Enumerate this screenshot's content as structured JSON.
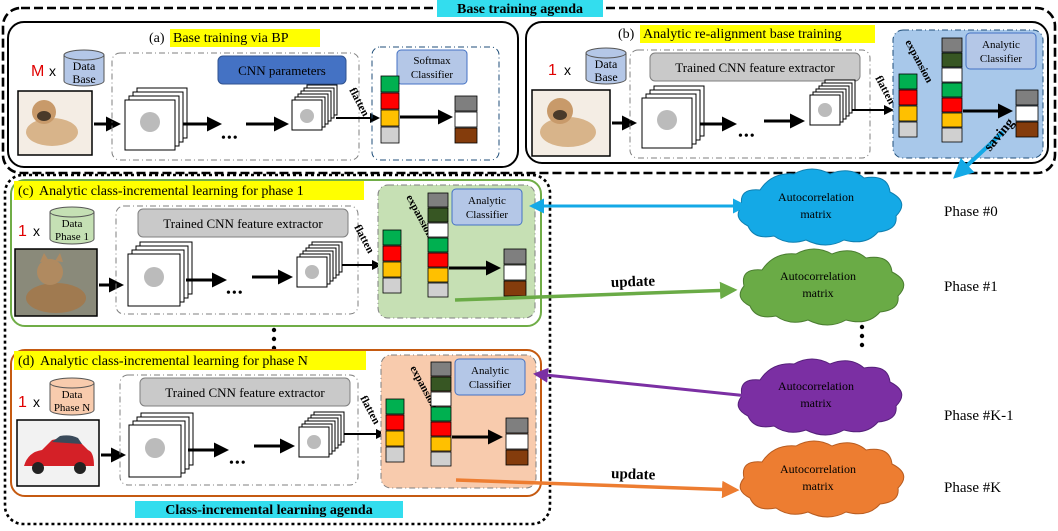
{
  "base_agenda_title": "Base training agenda",
  "cil_agenda_title": "Class-incremental learning agenda",
  "panel_a": {
    "prefix": "(a)",
    "title": "Base training via BP",
    "multiplier": "M",
    "times": "x",
    "db_line1": "Data",
    "db_line2": "Base",
    "cnn_label": "CNN parameters",
    "classifier_line1": "Softmax",
    "classifier_line2": "Classifier",
    "flatten": "flatten",
    "dots": "•••"
  },
  "panel_b": {
    "prefix": "(b)",
    "title": "Analytic re-alignment base training",
    "multiplier": "1",
    "times": "x",
    "db_line1": "Data",
    "db_line2": "Base",
    "extractor_label": "Trained CNN feature extractor",
    "classifier_line1": "Analytic",
    "classifier_line2": "Classifier",
    "expansion": "expansion",
    "flatten": "flatten",
    "dots": "•••"
  },
  "panel_c": {
    "prefix": "(c)",
    "title": "Analytic class-incremental learning for phase 1",
    "multiplier": "1",
    "times": "x",
    "db_line1": "Data",
    "db_line2": "Phase 1",
    "extractor_label": "Trained CNN feature extractor",
    "classifier_line1": "Analytic",
    "classifier_line2": "Classifier",
    "expansion": "expansion",
    "flatten": "flatten",
    "dots": "•••"
  },
  "panel_d": {
    "prefix": "(d)",
    "title": "Analytic class-incremental learning for phase N",
    "multiplier": "1",
    "times": "x",
    "db_line1": "Data",
    "db_line2": "Phase N",
    "extractor_label": "Trained CNN feature extractor",
    "classifier_line1": "Analytic",
    "classifier_line2": "Classifier",
    "expansion": "expansion",
    "flatten": "flatten",
    "dots": "•••"
  },
  "clouds": [
    {
      "line1": "Autocorrelation",
      "line2": "matrix",
      "phase": "Phase #0",
      "color": "#14a9e6"
    },
    {
      "line1": "Autocorrelation",
      "line2": "matrix",
      "phase": "Phase #1",
      "color": "#6aab46"
    },
    {
      "line1": "Autocorrelation",
      "line2": "matrix",
      "phase": "Phase #K-1",
      "color": "#7b2fa3"
    },
    {
      "line1": "Autocorrelation",
      "line2": "matrix",
      "phase": "Phase #K",
      "color": "#ed7d31"
    }
  ],
  "arrow_labels": {
    "saving": "saving",
    "update1": "update",
    "update2": "update"
  },
  "colors": {
    "title_highlight": "#ffff00",
    "agenda_highlight": "#33ddee",
    "cnn_box": "#4472c4",
    "extractor_box": "#c9c9c9",
    "panel_b_bg": "#a8c8ea",
    "panel_c_bg": "#c6e0b4",
    "panel_d_bg": "#f8cbad",
    "panel_c_border": "#70ad47",
    "panel_d_border": "#c55a11",
    "db_blue": "#b4c7e7",
    "db_green": "#c5e0b4",
    "db_peach": "#f8cbad",
    "feat_gray": "#7f7f7f",
    "feat_darkgreen": "#375623",
    "feat_green": "#00b050",
    "feat_red": "#ff0000",
    "feat_yellow": "#ffc000",
    "feat_lightgray": "#d0d0d0",
    "out_brown": "#843c0c"
  }
}
